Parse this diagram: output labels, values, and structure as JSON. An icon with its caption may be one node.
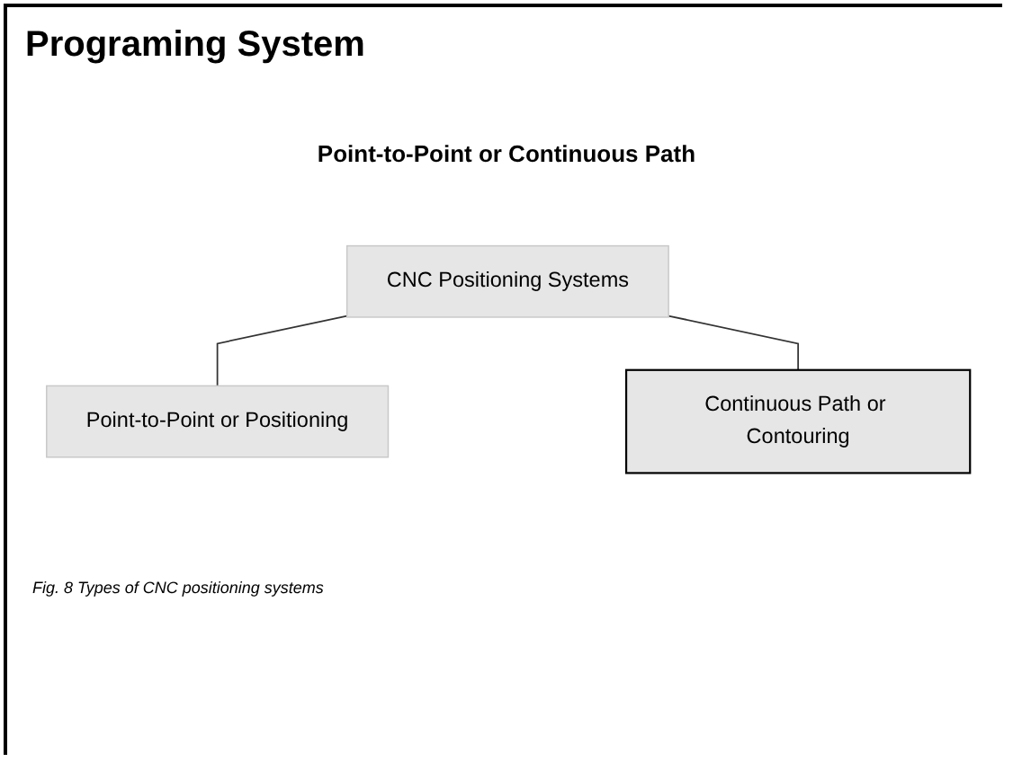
{
  "diagram": {
    "title": "Programing System",
    "caption": "Fig. 8 Types of CNC positioning systems",
    "nodes": [
      {
        "text": [
          "CNC Positioning Systems"
        ]
      },
      {
        "text": [
          "Point-to-Point or Positioning"
        ]
      },
      {
        "text": [
          "Continuous Path or Contouring"
        ]
      }
    ],
    "edges": [
      {
        "from": 0,
        "to": 1,
        "arrow": "none"
      },
      {
        "from": 0,
        "to": 2,
        "arrow": "none"
      }
    ],
    "labels": [
      "Point-to-Point or Continuous Path"
    ]
  }
}
